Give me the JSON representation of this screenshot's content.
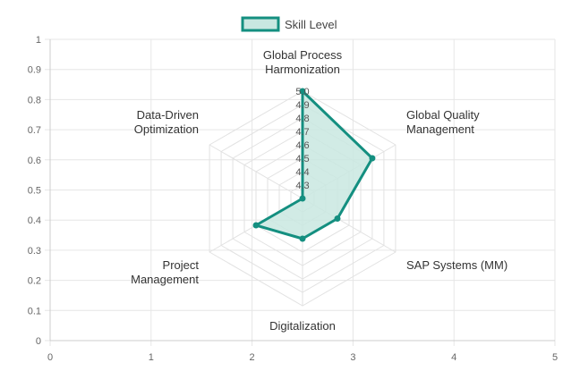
{
  "chart_data": {
    "type": "radar",
    "categories": [
      "Global Process Harmonization",
      "Global Quality Management",
      "SAP Systems (MM)",
      "Digitalization",
      "Project Management",
      "Data-Driven Optimization"
    ],
    "category_label_lines": [
      [
        "Global Process",
        "Harmonization"
      ],
      [
        "Global Quality",
        "Management"
      ],
      [
        "SAP Systems (MM)"
      ],
      [
        "Digitalization"
      ],
      [
        "Project",
        "Management"
      ],
      [
        "Data-Driven",
        "Optimization"
      ]
    ],
    "series": [
      {
        "name": "Skill Level",
        "values": [
          5.0,
          4.8,
          4.5,
          4.5,
          4.6,
          4.2
        ]
      }
    ],
    "radial_range": [
      4.2,
      5.0
    ],
    "radial_ticks": [
      "4.3",
      "4.4",
      "4.5",
      "4.6",
      "4.7",
      "4.8",
      "4.9",
      "5.0"
    ],
    "x_axis": {
      "ticks": [
        "0",
        "1",
        "2",
        "3",
        "4",
        "5"
      ],
      "range": [
        0,
        5
      ]
    },
    "y_axis": {
      "ticks": [
        "0",
        "0.1",
        "0.2",
        "0.3",
        "0.4",
        "0.5",
        "0.6",
        "0.7",
        "0.8",
        "0.9",
        "1"
      ],
      "range": [
        0,
        1
      ]
    },
    "legend": {
      "position": "top-center"
    },
    "grid": true,
    "colors": {
      "line": "#148f80",
      "fill": "#c9e7e1",
      "grid": "#e6e6e6"
    }
  }
}
